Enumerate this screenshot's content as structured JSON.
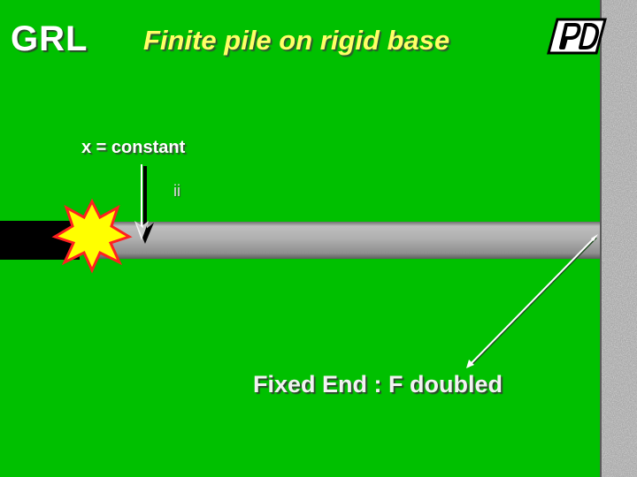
{
  "header": {
    "brand": "GRL",
    "title": "Finite pile on rigid base"
  },
  "diagram": {
    "load_label": "x = constant",
    "marker_label": "ii",
    "caption": "Fixed End : F doubled"
  },
  "colors": {
    "background": "#00c000",
    "title": "#ffff66",
    "pile": "#a8a8a8",
    "hammer": "#000000",
    "burst_fill": "#ffff00",
    "burst_outline": "#ff0000",
    "wall": "#9a9a9a"
  },
  "icons": {
    "logo": "pdi-logo-icon",
    "impact": "impact-burst-icon",
    "arrow": "down-arrow-icon"
  }
}
